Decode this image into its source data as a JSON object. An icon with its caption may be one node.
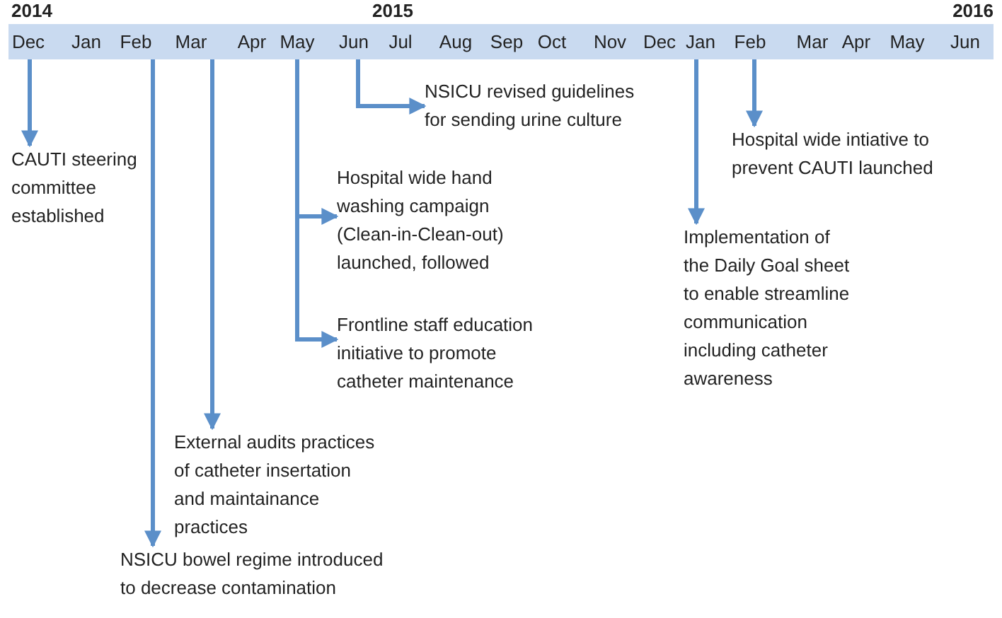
{
  "diagram": {
    "nodes": [
      {
        "text": [],
        "shape": "bar"
      },
      {
        "text": [
          "Dec"
        ],
        "in": 0
      },
      {
        "text": [
          "Jan"
        ],
        "in": 0
      },
      {
        "text": [
          "Feb"
        ],
        "in": 0
      },
      {
        "text": [
          "Mar"
        ],
        "in": 0
      },
      {
        "text": [
          "Apr"
        ],
        "in": 0
      },
      {
        "text": [
          "May"
        ],
        "in": 0
      },
      {
        "text": [
          "Jun"
        ],
        "in": 0
      },
      {
        "text": [
          "Jul"
        ],
        "in": 0
      },
      {
        "text": [
          "Aug"
        ],
        "in": 0
      },
      {
        "text": [
          "Sep"
        ],
        "in": 0
      },
      {
        "text": [
          "Oct"
        ],
        "in": 0
      },
      {
        "text": [
          "Nov"
        ],
        "in": 0
      },
      {
        "text": [
          "Dec"
        ],
        "in": 0
      },
      {
        "text": [
          "Jan"
        ],
        "in": 0
      },
      {
        "text": [
          "Feb"
        ],
        "in": 0
      },
      {
        "text": [
          "Mar"
        ],
        "in": 0
      },
      {
        "text": [
          "Apr"
        ],
        "in": 0
      },
      {
        "text": [
          "May"
        ],
        "in": 0
      },
      {
        "text": [
          "Jun"
        ],
        "in": 0
      },
      {
        "text": [
          "CAUTI steering committee established"
        ]
      },
      {
        "text": [
          "NSICU revised guidelines for sending urine culture"
        ]
      },
      {
        "text": [
          "Hospital wide intiative to prevent CAUTI launched"
        ]
      },
      {
        "text": [
          "Hospital wide hand washing campaign (Clean-in-Clean-out) launched, followed"
        ]
      },
      {
        "text": [
          "Implementation of the Daily Goal sheet to enable streamline communication including catheter awareness"
        ]
      },
      {
        "text": [
          "Frontline staff education initiative to promote catheter maintenance"
        ]
      },
      {
        "text": [
          "External audits practices of catheter insertation and maintainance practices"
        ]
      },
      {
        "text": [
          "NSICU bowel regime introduced to decrease contamination"
        ]
      }
    ],
    "edges": [
      {
        "from": 1,
        "to": 20,
        "arrow": "to"
      },
      {
        "from": 3,
        "to": 27,
        "arrow": "to"
      },
      {
        "from": 4,
        "to": 26,
        "arrow": "to"
      },
      {
        "from": 6,
        "to": 23,
        "arrow": "to"
      },
      {
        "from": 6,
        "to": 25,
        "arrow": "to"
      },
      {
        "from": 7,
        "to": 21,
        "arrow": "to"
      },
      {
        "from": 14,
        "to": 24,
        "arrow": "to"
      },
      {
        "from": 15,
        "to": 22,
        "arrow": "to"
      }
    ],
    "labels": [
      "2014",
      "2015",
      "2016"
    ]
  }
}
